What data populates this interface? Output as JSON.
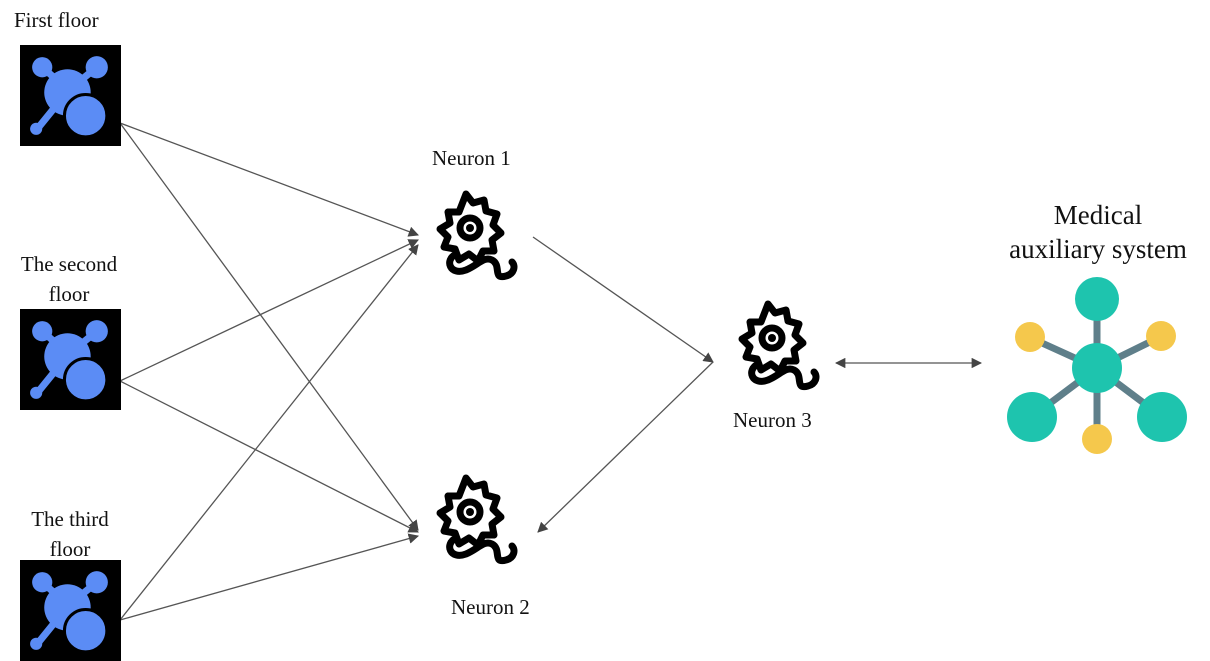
{
  "diagram": {
    "floors": [
      {
        "label_line1": "First floor",
        "label_line2": ""
      },
      {
        "label_line1": "The second",
        "label_line2": "floor"
      },
      {
        "label_line1": "The third",
        "label_line2": "floor"
      }
    ],
    "neurons": {
      "n1": "Neuron 1",
      "n2": "Neuron 2",
      "n3": "Neuron 3"
    },
    "system": {
      "line1": "Medical",
      "line2": "auxiliary system"
    },
    "icons": {
      "floor": "network-node-icon",
      "neuron": "neuron-gear-icon",
      "system": "molecule-network-icon"
    },
    "colors": {
      "floor_icon_bg": "#000000",
      "floor_icon_fg": "#5b8cf5",
      "system_teal": "#1ec4ae",
      "system_yellow": "#f5c84c",
      "system_stem": "#5f7f8a",
      "neuron_stroke": "#000000",
      "arrow": "#444444"
    }
  }
}
